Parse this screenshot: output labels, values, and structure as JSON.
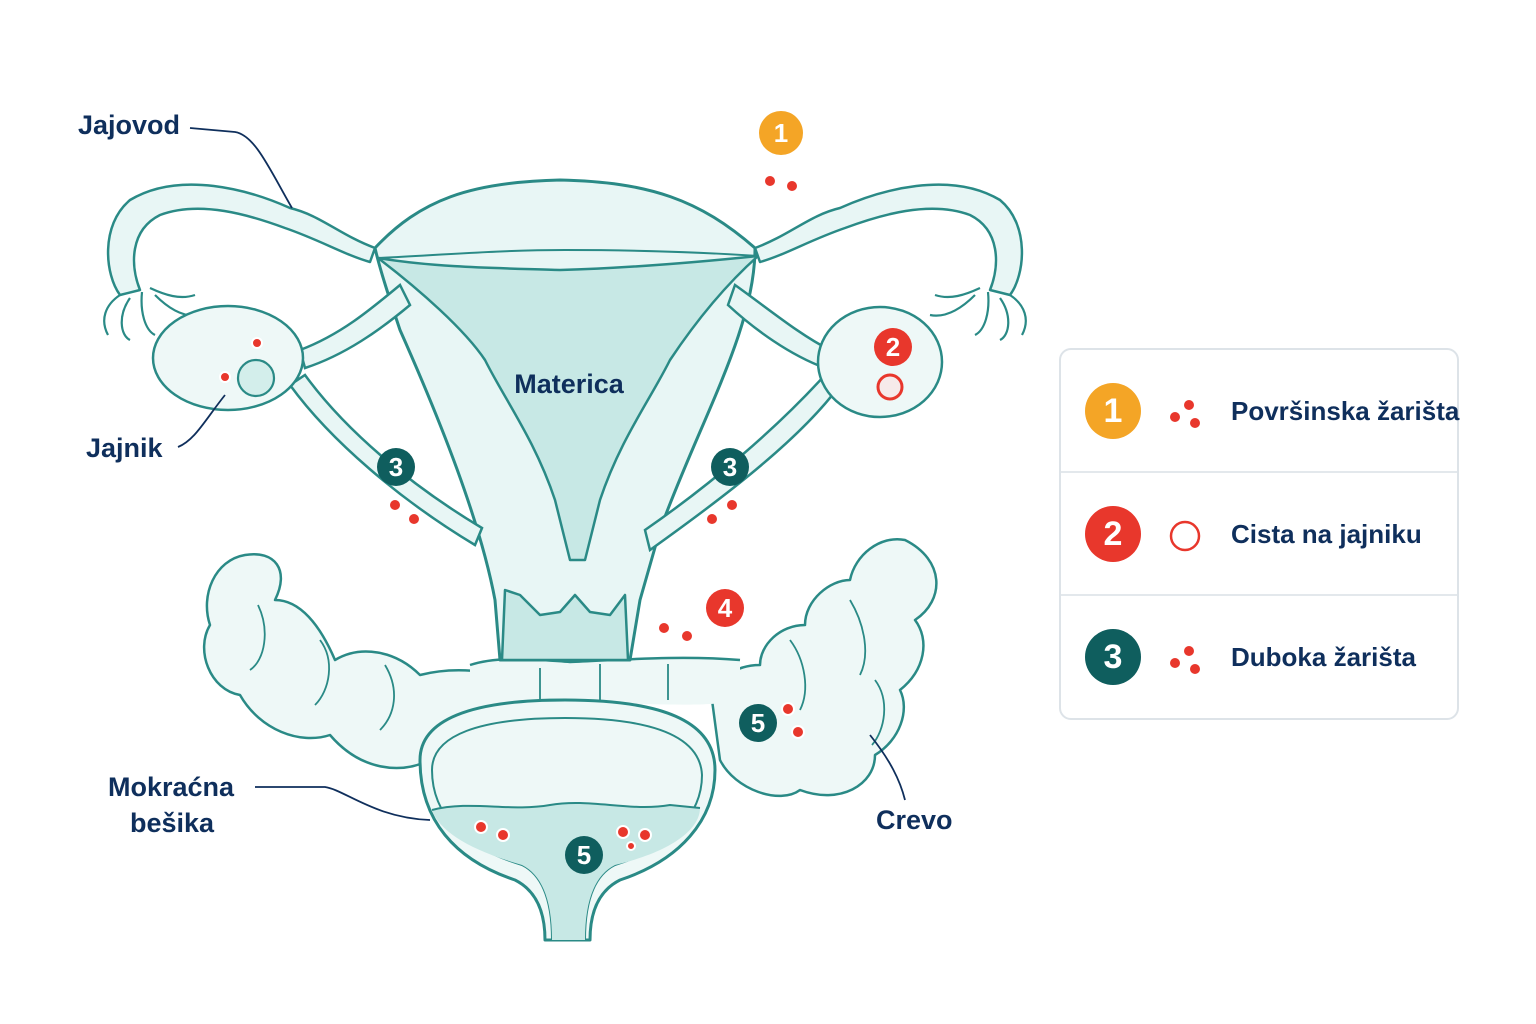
{
  "labels": {
    "fallopian_tube": "Jajovod",
    "uterus": "Materica",
    "ovary": "Jajnik",
    "bladder_line1": "Mokraćna",
    "bladder_line2": "bešika",
    "bowel": "Crevo"
  },
  "badges": {
    "one": "1",
    "two": "2",
    "three": "3",
    "four": "4",
    "five": "5"
  },
  "legend": {
    "items": [
      {
        "number": "1",
        "color": "#f4a526",
        "icon": "dots-icon",
        "label": "Površinska žarišta"
      },
      {
        "number": "2",
        "color": "#e8372c",
        "icon": "ring-icon",
        "label": "Cista na jajniku"
      },
      {
        "number": "3",
        "color": "#0f5e5e",
        "icon": "dots-icon",
        "label": "Duboka žarišta"
      }
    ]
  },
  "colors": {
    "outline": "#2a8a86",
    "fill": "#e8f6f5",
    "cavity": "#c7e8e5",
    "lesion": "#e8372c",
    "badge_yellow": "#f4a526",
    "badge_red": "#e8372c",
    "badge_teal": "#0f5e5e",
    "text": "#0f2f5c"
  }
}
